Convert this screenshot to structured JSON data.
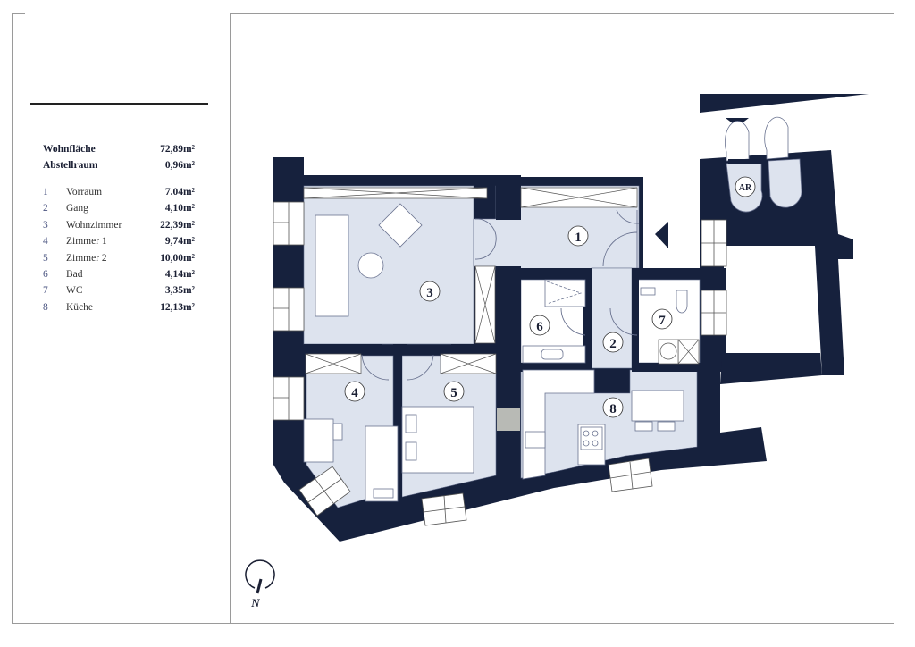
{
  "summary": {
    "living_area_label": "Wohnfläche",
    "living_area_value": "72,89m²",
    "storage_label": "Abstellraum",
    "storage_value": "0,96m²"
  },
  "rooms": [
    {
      "number": "1",
      "name": "Vorraum",
      "area": "7.04m²"
    },
    {
      "number": "2",
      "name": "Gang",
      "area": "4,10m²"
    },
    {
      "number": "3",
      "name": "Wohnzimmer",
      "area": "22,39m²"
    },
    {
      "number": "4",
      "name": "Zimmer 1",
      "area": "9,74m²"
    },
    {
      "number": "5",
      "name": "Zimmer 2",
      "area": "10,00m²"
    },
    {
      "number": "6",
      "name": "Bad",
      "area": "4,14m²"
    },
    {
      "number": "7",
      "name": "WC",
      "area": "3,35m²"
    },
    {
      "number": "8",
      "name": "Küche",
      "area": "12,13m²"
    }
  ],
  "plan": {
    "storage_label": "AR",
    "north_label": "N",
    "colors": {
      "wall": "#16213d",
      "floor": "#dde3ee",
      "window": "#ffffff",
      "frame": "#9a9a9a",
      "grey_patch": "#b8bab5"
    }
  }
}
